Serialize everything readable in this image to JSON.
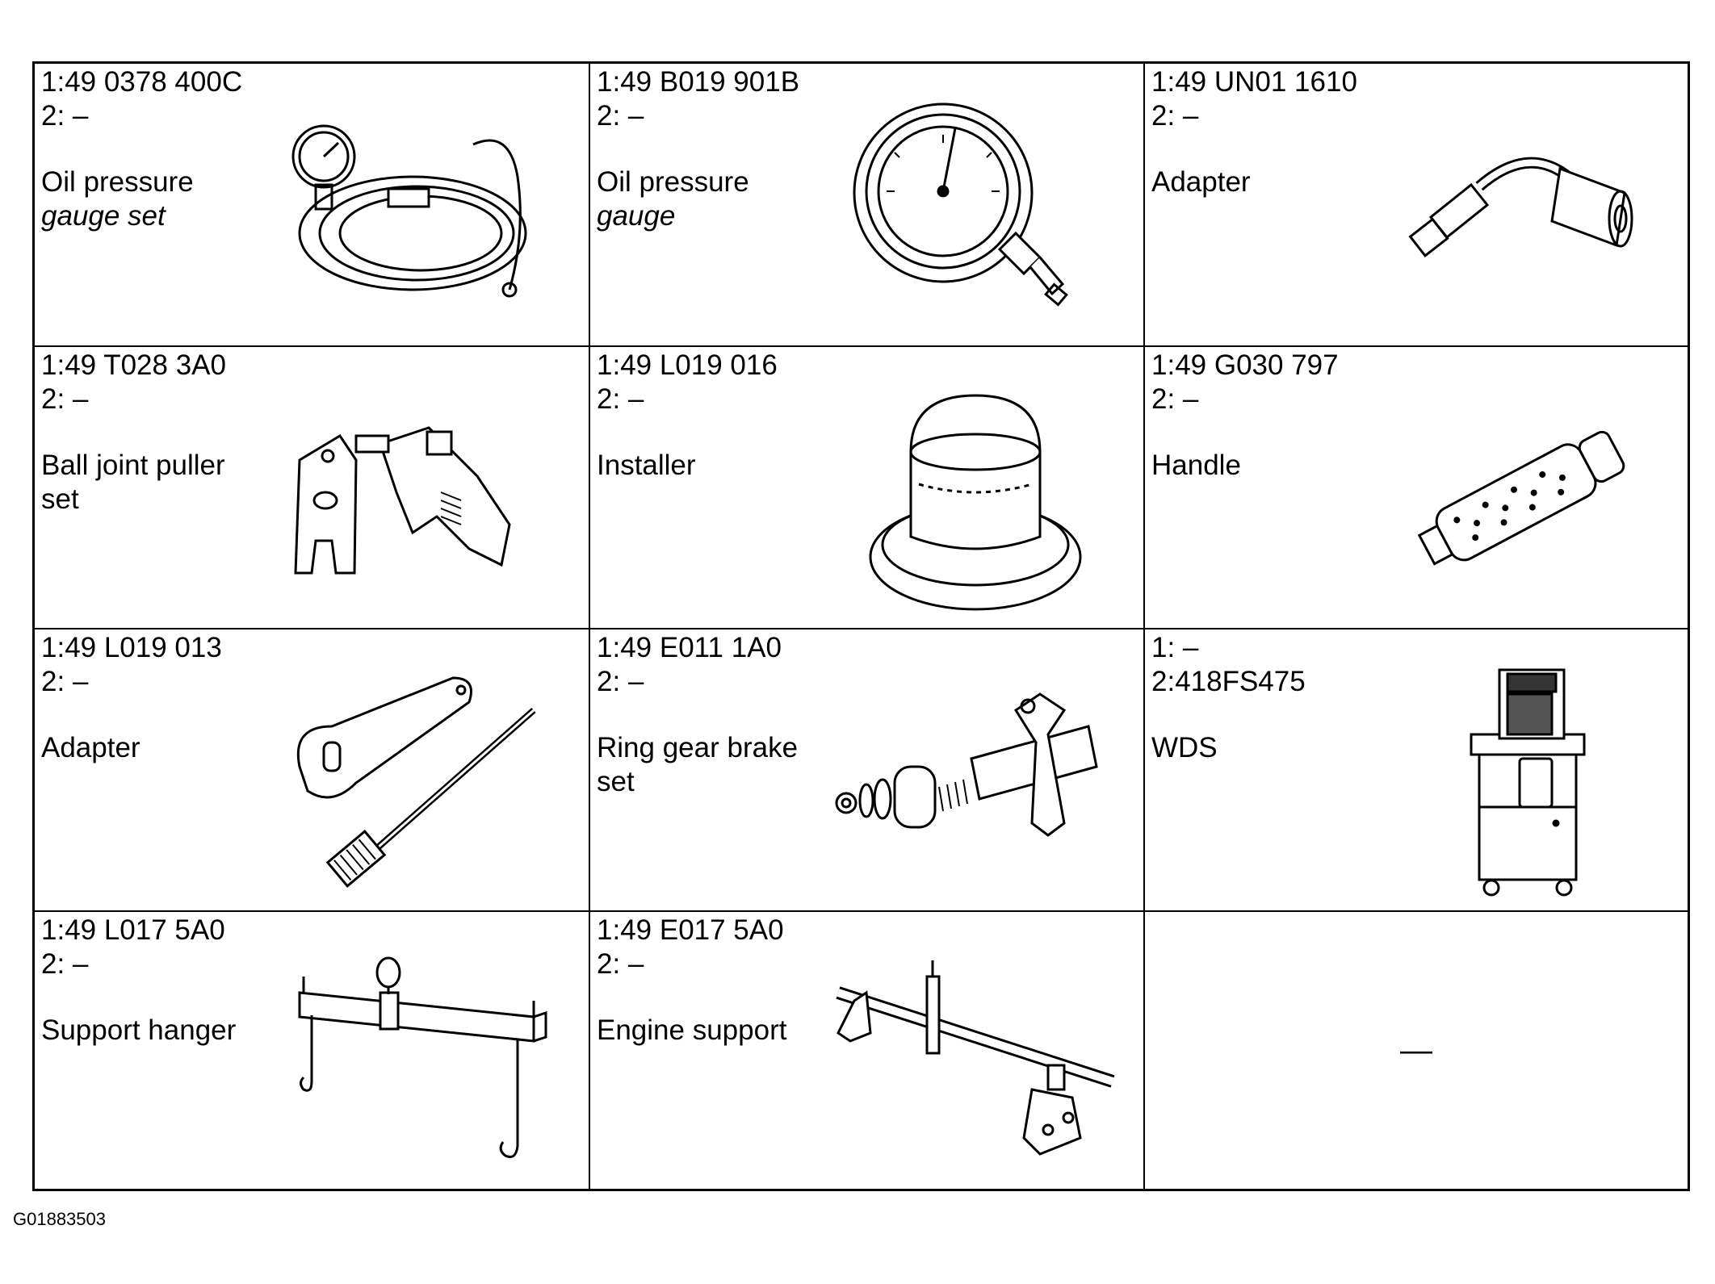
{
  "figure_id": "G01883503",
  "tools": [
    {
      "part1": "1:49 0378 400C",
      "part2": "2: –",
      "name": [
        "Oil pressure",
        "gauge set"
      ],
      "illustration": "oil-pressure-gauge-set-icon"
    },
    {
      "part1": "1:49 B019 901B",
      "part2": "2: –",
      "name": [
        "Oil pressure",
        "gauge"
      ],
      "illustration": "oil-pressure-gauge-icon"
    },
    {
      "part1": "1:49 UN01 1610",
      "part2": "2: –",
      "name": [
        "Adapter",
        ""
      ],
      "illustration": "pipe-adapter-icon"
    },
    {
      "part1": "1:49 T028 3A0",
      "part2": "2: –",
      "name": [
        "Ball joint puller",
        "set"
      ],
      "illustration": "ball-joint-puller-icon"
    },
    {
      "part1": "1:49 L019 016",
      "part2": "2: –",
      "name": [
        "Installer",
        ""
      ],
      "illustration": "installer-icon"
    },
    {
      "part1": "1:49 G030 797",
      "part2": "2: –",
      "name": [
        "Handle",
        ""
      ],
      "illustration": "handle-icon"
    },
    {
      "part1": "1:49 L019 013",
      "part2": "2: –",
      "name": [
        "Adapter",
        ""
      ],
      "illustration": "wrench-adapter-icon"
    },
    {
      "part1": "1:49 E011 1A0",
      "part2": "2: –",
      "name": [
        "Ring gear brake",
        "set"
      ],
      "illustration": "ring-gear-brake-icon"
    },
    {
      "part1": "1: –",
      "part2": "2:418FS475",
      "name": [
        "WDS",
        ""
      ],
      "illustration": "wds-cart-icon"
    },
    {
      "part1": "1:49 L017 5A0",
      "part2": "2: –",
      "name": [
        "Support hanger",
        ""
      ],
      "illustration": "support-hanger-icon"
    },
    {
      "part1": "1:49 E017 5A0",
      "part2": "2: –",
      "name": [
        "Engine support",
        ""
      ],
      "illustration": "engine-support-icon"
    }
  ],
  "empty_cell": "—"
}
